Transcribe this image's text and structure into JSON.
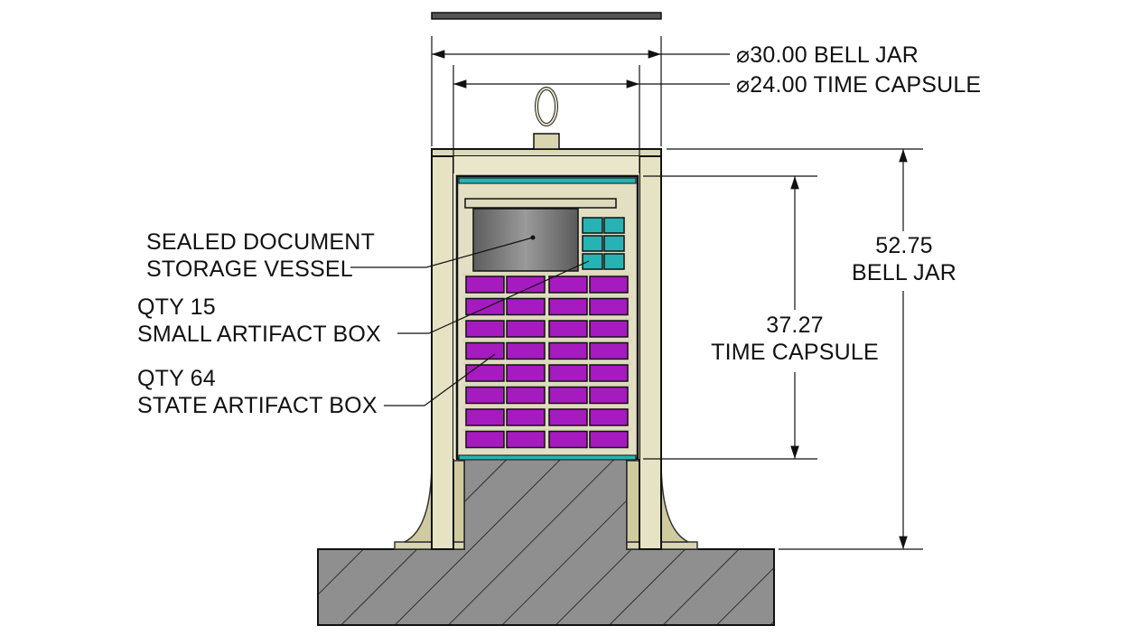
{
  "dimensions": {
    "bell_jar_diameter": {
      "symbol": "⌀",
      "value": "30.00",
      "label": "BELL JAR"
    },
    "capsule_diameter": {
      "symbol": "⌀",
      "value": "24.00",
      "label": "TIME CAPSULE"
    },
    "bell_jar_height": {
      "value": "52.75",
      "label": "BELL JAR"
    },
    "capsule_height": {
      "value": "37.27",
      "label": "TIME CAPSULE"
    }
  },
  "callouts": {
    "vessel": {
      "line1": "SEALED DOCUMENT",
      "line2": "STORAGE VESSEL"
    },
    "small_box": {
      "line1": "QTY 15",
      "line2": "SMALL ARTIFACT BOX"
    },
    "state_box": {
      "line1": "QTY 64",
      "line2": "STATE ARTIFACT BOX"
    }
  },
  "colors": {
    "bell_jar": "#e6e3c4",
    "concrete": "#8f8f8f",
    "state_box": "#a61bbf",
    "small_box": "#27b3b3",
    "vessel": "#7a7a7a"
  }
}
